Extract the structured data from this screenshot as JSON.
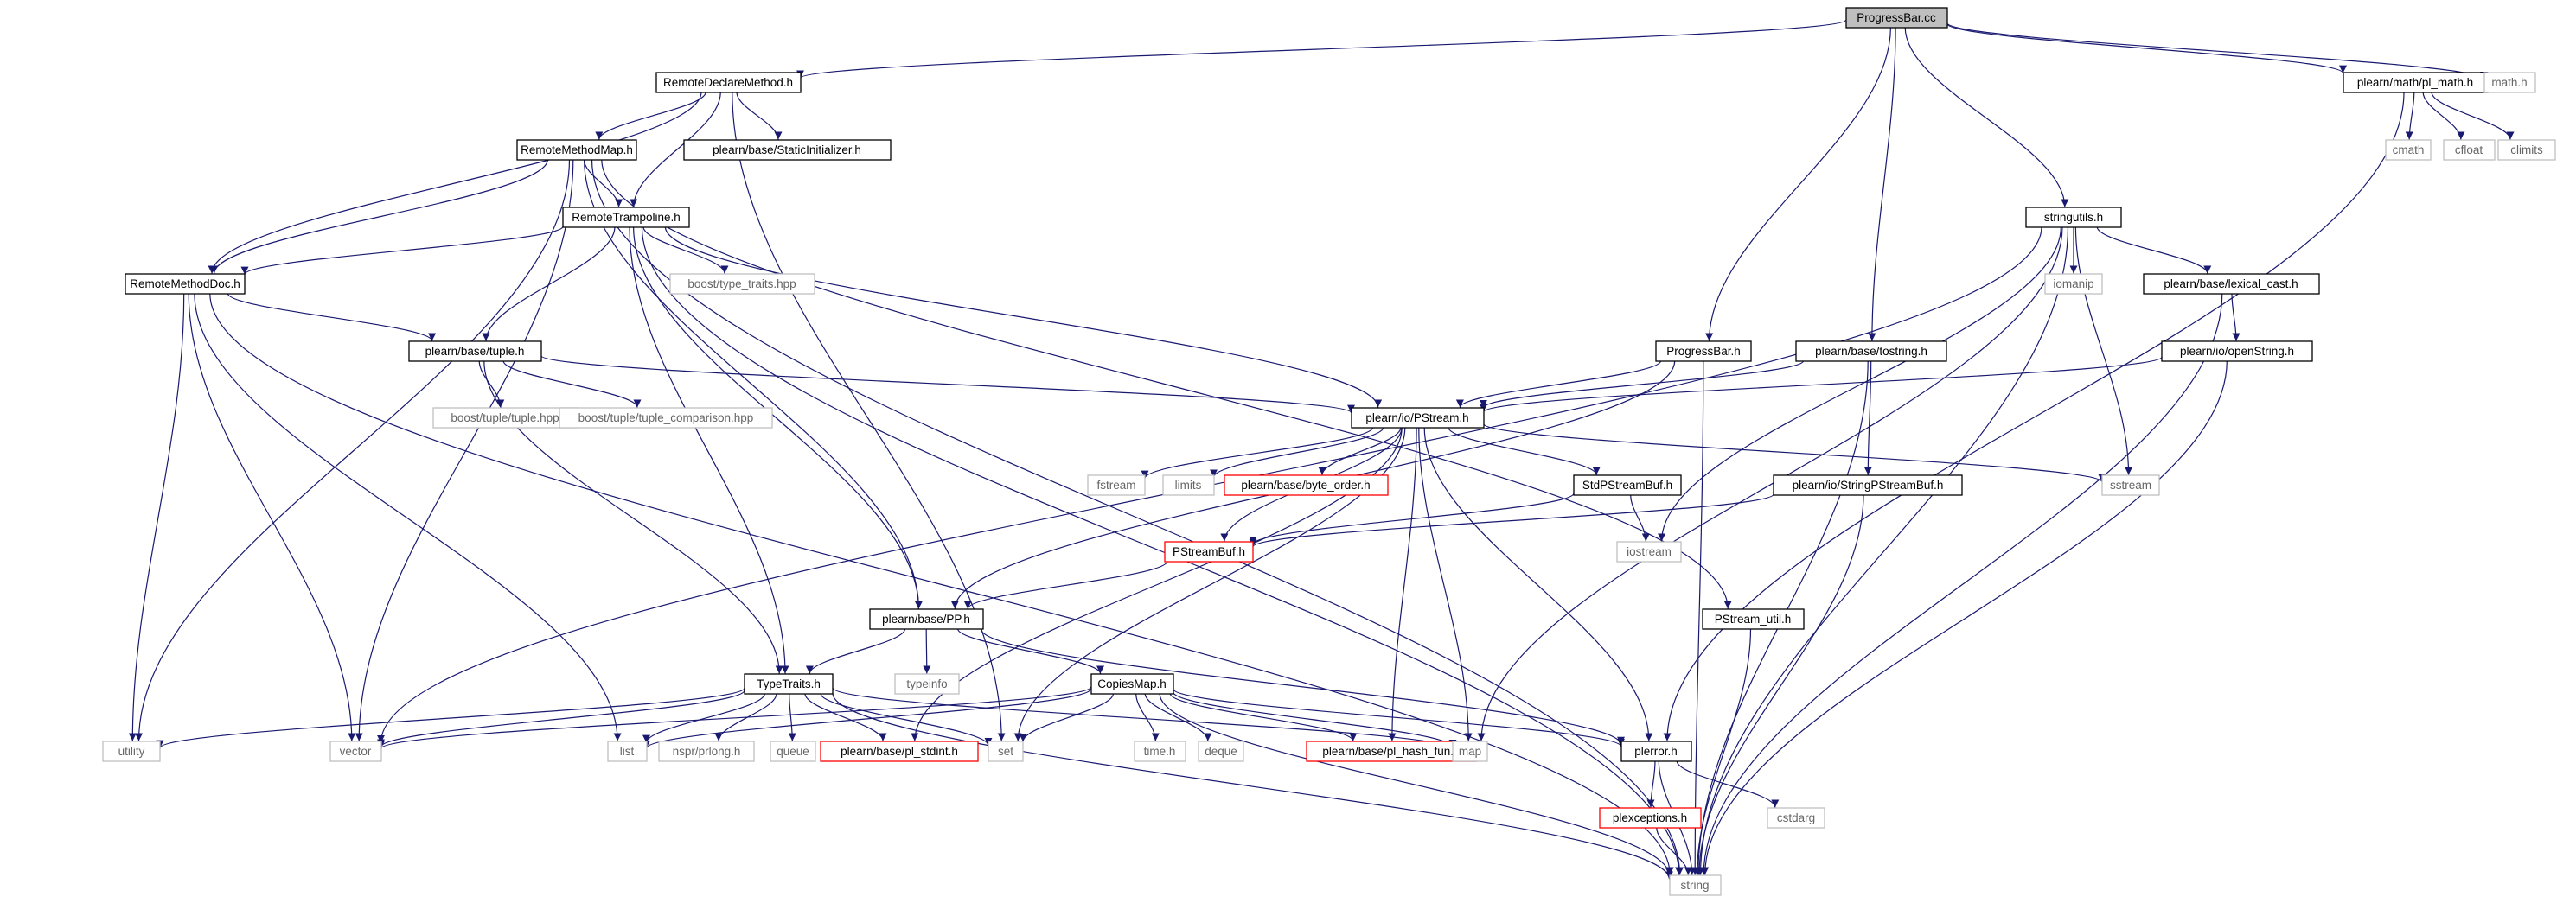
{
  "colors": {
    "edge": "#191970",
    "root_fill": "#bfbfbf",
    "black_border": "#000000",
    "gray_border": "#bfbfbf",
    "red_border": "#ff0000",
    "gray_text": "#666666",
    "text": "#000000"
  },
  "nodes": [
    {
      "id": "progressbar_cc",
      "label": "ProgressBar.cc",
      "style": "root"
    },
    {
      "id": "remote_declare",
      "label": "RemoteDeclareMethod.h",
      "style": "black"
    },
    {
      "id": "pl_math",
      "label": "plearn/math/pl_math.h",
      "style": "black"
    },
    {
      "id": "math_h",
      "label": "math.h",
      "style": "gray"
    },
    {
      "id": "static_init",
      "label": "plearn/base/StaticInitializer.h",
      "style": "black"
    },
    {
      "id": "remote_method_map",
      "label": "RemoteMethodMap.h",
      "style": "black"
    },
    {
      "id": "cmath",
      "label": "cmath",
      "style": "gray"
    },
    {
      "id": "cfloat",
      "label": "cfloat",
      "style": "gray"
    },
    {
      "id": "climits",
      "label": "climits",
      "style": "gray"
    },
    {
      "id": "remote_trampoline",
      "label": "RemoteTrampoline.h",
      "style": "black"
    },
    {
      "id": "stringutils",
      "label": "stringutils.h",
      "style": "black"
    },
    {
      "id": "remote_method_doc",
      "label": "RemoteMethodDoc.h",
      "style": "black"
    },
    {
      "id": "type_traits_hpp",
      "label": "boost/type_traits.hpp",
      "style": "gray"
    },
    {
      "id": "iomanip",
      "label": "iomanip",
      "style": "gray"
    },
    {
      "id": "lexical_cast",
      "label": "plearn/base/lexical_cast.h",
      "style": "black"
    },
    {
      "id": "tuple_h",
      "label": "plearn/base/tuple.h",
      "style": "black"
    },
    {
      "id": "progressbar_h",
      "label": "ProgressBar.h",
      "style": "black"
    },
    {
      "id": "tostring",
      "label": "plearn/base/tostring.h",
      "style": "black"
    },
    {
      "id": "openstring",
      "label": "plearn/io/openString.h",
      "style": "black"
    },
    {
      "id": "boost_tuple",
      "label": "boost/tuple/tuple.hpp",
      "style": "gray"
    },
    {
      "id": "boost_tuple_cmp",
      "label": "boost/tuple/tuple_comparison.hpp",
      "style": "gray"
    },
    {
      "id": "pstream",
      "label": "plearn/io/PStream.h",
      "style": "black"
    },
    {
      "id": "fstream",
      "label": "fstream",
      "style": "gray"
    },
    {
      "id": "limits",
      "label": "limits",
      "style": "gray"
    },
    {
      "id": "byte_order",
      "label": "plearn/base/byte_order.h",
      "style": "red"
    },
    {
      "id": "stdpstreambuf",
      "label": "StdPStreamBuf.h",
      "style": "black"
    },
    {
      "id": "sstream",
      "label": "sstream",
      "style": "gray"
    },
    {
      "id": "stringpstreambuf",
      "label": "plearn/io/StringPStreamBuf.h",
      "style": "black"
    },
    {
      "id": "pstreambuf",
      "label": "PStreamBuf.h",
      "style": "red"
    },
    {
      "id": "iostream",
      "label": "iostream",
      "style": "gray"
    },
    {
      "id": "pp_h",
      "label": "plearn/base/PP.h",
      "style": "black"
    },
    {
      "id": "pstream_util",
      "label": "PStream_util.h",
      "style": "black"
    },
    {
      "id": "typeinfo",
      "label": "typeinfo",
      "style": "gray"
    },
    {
      "id": "typetraits",
      "label": "TypeTraits.h",
      "style": "black"
    },
    {
      "id": "copiesmap",
      "label": "CopiesMap.h",
      "style": "black"
    },
    {
      "id": "utility",
      "label": "utility",
      "style": "gray"
    },
    {
      "id": "vector",
      "label": "vector",
      "style": "gray"
    },
    {
      "id": "list",
      "label": "list",
      "style": "gray"
    },
    {
      "id": "nspr",
      "label": "nspr/prlong.h",
      "style": "gray"
    },
    {
      "id": "queue",
      "label": "queue",
      "style": "gray"
    },
    {
      "id": "pl_stdint",
      "label": "plearn/base/pl_stdint.h",
      "style": "red"
    },
    {
      "id": "set",
      "label": "set",
      "style": "gray"
    },
    {
      "id": "time_h",
      "label": "time.h",
      "style": "gray"
    },
    {
      "id": "deque",
      "label": "deque",
      "style": "gray"
    },
    {
      "id": "pl_hash_fun",
      "label": "plearn/base/pl_hash_fun.h",
      "style": "red"
    },
    {
      "id": "map",
      "label": "map",
      "style": "gray"
    },
    {
      "id": "plerror",
      "label": "plerror.h",
      "style": "black"
    },
    {
      "id": "plexceptions",
      "label": "plexceptions.h",
      "style": "red"
    },
    {
      "id": "cstdarg",
      "label": "cstdarg",
      "style": "gray"
    },
    {
      "id": "string",
      "label": "string",
      "style": "gray"
    }
  ],
  "edges": [
    [
      "progressbar_cc",
      "remote_declare"
    ],
    [
      "progressbar_cc",
      "pl_math"
    ],
    [
      "progressbar_cc",
      "math_h"
    ],
    [
      "progressbar_cc",
      "stringutils"
    ],
    [
      "progressbar_cc",
      "progressbar_h"
    ],
    [
      "progressbar_cc",
      "tostring"
    ],
    [
      "remote_declare",
      "static_init"
    ],
    [
      "remote_declare",
      "remote_method_map"
    ],
    [
      "remote_declare",
      "remote_trampoline"
    ],
    [
      "remote_declare",
      "remote_method_doc"
    ],
    [
      "remote_declare",
      "set"
    ],
    [
      "remote_method_map",
      "remote_trampoline"
    ],
    [
      "remote_method_map",
      "remote_method_doc"
    ],
    [
      "remote_method_map",
      "pp_h"
    ],
    [
      "remote_method_map",
      "utility"
    ],
    [
      "remote_method_map",
      "vector"
    ],
    [
      "remote_method_map",
      "string"
    ],
    [
      "remote_method_map",
      "pstream_util"
    ],
    [
      "remote_trampoline",
      "remote_method_doc"
    ],
    [
      "remote_trampoline",
      "type_traits_hpp"
    ],
    [
      "remote_trampoline",
      "tuple_h"
    ],
    [
      "remote_trampoline",
      "pstream"
    ],
    [
      "remote_trampoline",
      "typetraits"
    ],
    [
      "remote_trampoline",
      "pp_h"
    ],
    [
      "remote_trampoline",
      "string"
    ],
    [
      "remote_method_doc",
      "tuple_h"
    ],
    [
      "remote_method_doc",
      "utility"
    ],
    [
      "remote_method_doc",
      "vector"
    ],
    [
      "remote_method_doc",
      "list"
    ],
    [
      "remote_method_doc",
      "string"
    ],
    [
      "tuple_h",
      "boost_tuple"
    ],
    [
      "tuple_h",
      "boost_tuple_cmp"
    ],
    [
      "tuple_h",
      "pstream"
    ],
    [
      "tuple_h",
      "typetraits"
    ],
    [
      "pl_math",
      "cmath"
    ],
    [
      "pl_math",
      "cfloat"
    ],
    [
      "pl_math",
      "climits"
    ],
    [
      "pl_math",
      "plerror"
    ],
    [
      "stringutils",
      "iomanip"
    ],
    [
      "stringutils",
      "lexical_cast"
    ],
    [
      "stringutils",
      "sstream"
    ],
    [
      "stringutils",
      "vector"
    ],
    [
      "stringutils",
      "map"
    ],
    [
      "stringutils",
      "string"
    ],
    [
      "stringutils",
      "iostream"
    ],
    [
      "lexical_cast",
      "openstring"
    ],
    [
      "lexical_cast",
      "string"
    ],
    [
      "openstring",
      "pstream"
    ],
    [
      "openstring",
      "string"
    ],
    [
      "progressbar_h",
      "pstream"
    ],
    [
      "progressbar_h",
      "pp_h"
    ],
    [
      "progressbar_h",
      "string"
    ],
    [
      "tostring",
      "pstream"
    ],
    [
      "tostring",
      "stringpstreambuf"
    ],
    [
      "tostring",
      "string"
    ],
    [
      "pstream",
      "fstream"
    ],
    [
      "pstream",
      "limits"
    ],
    [
      "pstream",
      "byte_order"
    ],
    [
      "pstream",
      "stdpstreambuf"
    ],
    [
      "pstream",
      "sstream"
    ],
    [
      "pstream",
      "pstreambuf"
    ],
    [
      "pstream",
      "set"
    ],
    [
      "pstream",
      "map"
    ],
    [
      "pstream",
      "pl_stdint"
    ],
    [
      "pstream",
      "pl_hash_fun"
    ],
    [
      "pstream",
      "plerror"
    ],
    [
      "stdpstreambuf",
      "pstreambuf"
    ],
    [
      "stdpstreambuf",
      "iostream"
    ],
    [
      "stringpstreambuf",
      "pstreambuf"
    ],
    [
      "stringpstreambuf",
      "string"
    ],
    [
      "pstreambuf",
      "pp_h"
    ],
    [
      "pp_h",
      "typeinfo"
    ],
    [
      "pp_h",
      "typetraits"
    ],
    [
      "pp_h",
      "copiesmap"
    ],
    [
      "pp_h",
      "plerror"
    ],
    [
      "pstream_util",
      "string"
    ],
    [
      "typetraits",
      "utility"
    ],
    [
      "typetraits",
      "vector"
    ],
    [
      "typetraits",
      "list"
    ],
    [
      "typetraits",
      "nspr"
    ],
    [
      "typetraits",
      "queue"
    ],
    [
      "typetraits",
      "pl_stdint"
    ],
    [
      "typetraits",
      "set"
    ],
    [
      "typetraits",
      "map"
    ],
    [
      "typetraits",
      "string"
    ],
    [
      "copiesmap",
      "vector"
    ],
    [
      "copiesmap",
      "list"
    ],
    [
      "copiesmap",
      "set"
    ],
    [
      "copiesmap",
      "time_h"
    ],
    [
      "copiesmap",
      "deque"
    ],
    [
      "copiesmap",
      "pl_hash_fun"
    ],
    [
      "copiesmap",
      "map"
    ],
    [
      "copiesmap",
      "plerror"
    ],
    [
      "copiesmap",
      "string"
    ],
    [
      "plerror",
      "plexceptions"
    ],
    [
      "plerror",
      "cstdarg"
    ],
    [
      "plerror",
      "string"
    ],
    [
      "plexceptions",
      "string"
    ]
  ]
}
